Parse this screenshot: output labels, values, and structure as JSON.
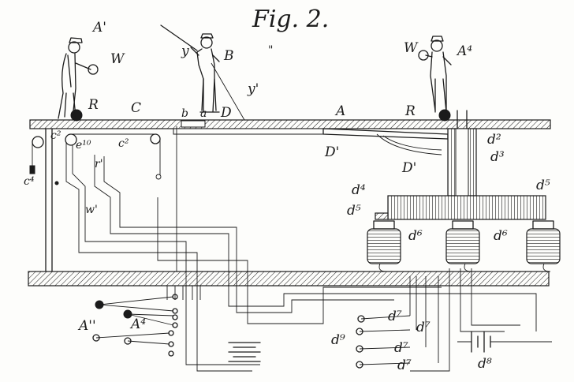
{
  "figure": {
    "title": "Fig. 2."
  },
  "labels": {
    "A_prime": "A'",
    "W_left": "W",
    "y_bat": "y",
    "B": "B",
    "tick_mark": "\"",
    "W_right": "W",
    "A4_top": "A⁴",
    "R_left": "R",
    "C": "C",
    "b": "b",
    "a": "a",
    "D": "D",
    "y_prime": "y'",
    "A_center": "A",
    "R_right": "R",
    "d2": "d²",
    "d3": "d³",
    "D_prime_1": "D'",
    "D_prime_2": "D'",
    "c2_upper": "c²",
    "e10": "e¹⁰",
    "c2_lower": "c²",
    "c4": "c⁴",
    "r_prime": "r'",
    "w_prime": "w'",
    "d4": "d⁴",
    "d5_right": "d⁵",
    "d5_left": "d⁵",
    "d6_left": "d⁶",
    "d6_right": "d⁶",
    "A_double_prime": "A''",
    "A4_bottom": "A⁴",
    "d7_a": "d⁷",
    "d9": "d⁹",
    "d7_b": "d⁷",
    "d7_c": "d⁷",
    "d7_d": "d⁷",
    "d8": "d⁸"
  }
}
